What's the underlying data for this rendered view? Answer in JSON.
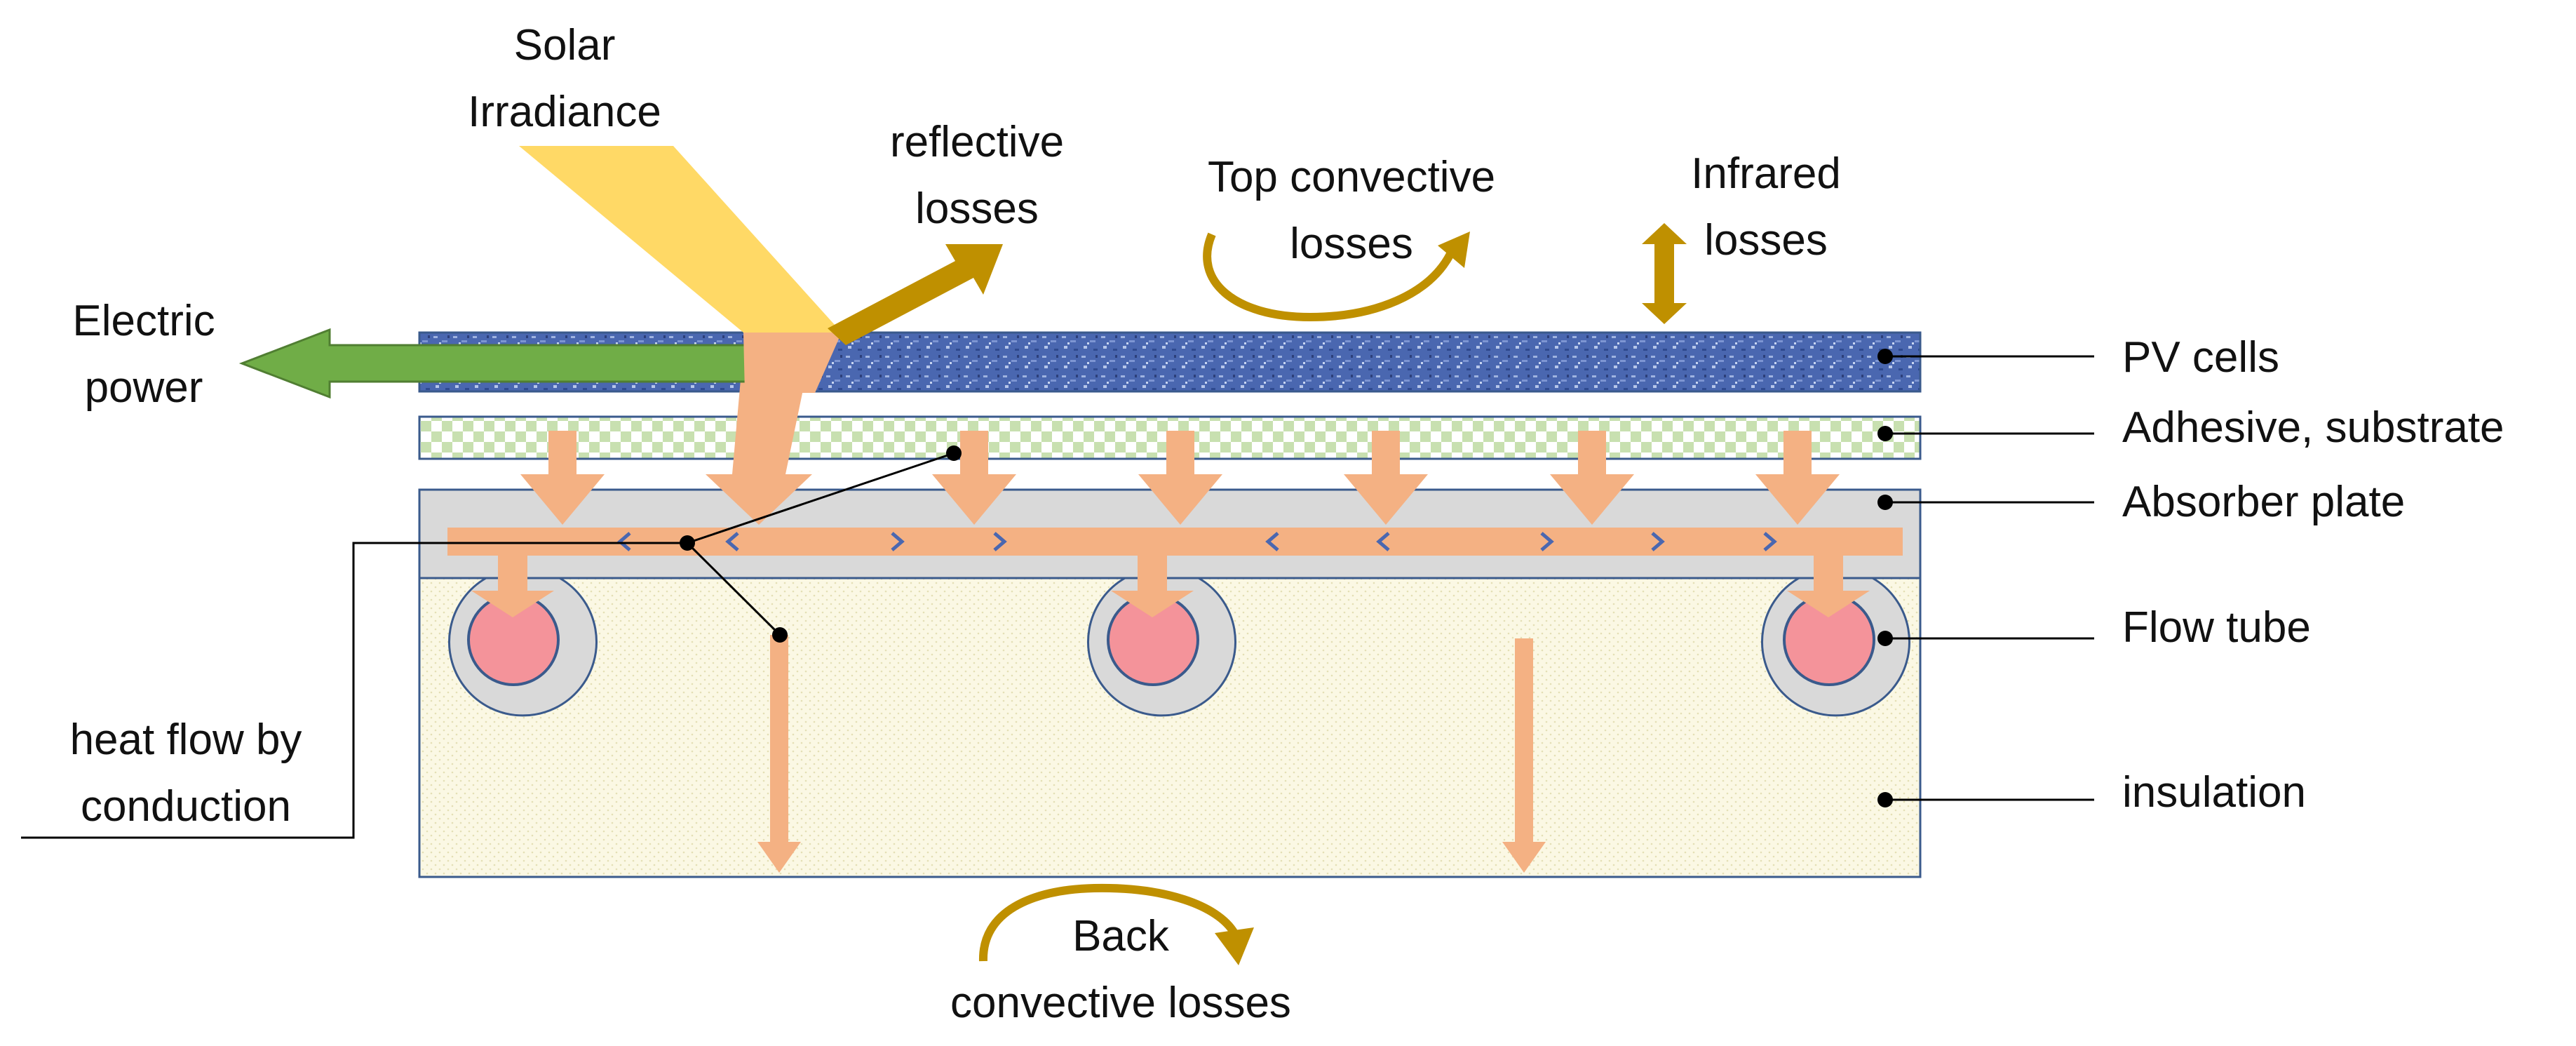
{
  "labels": {
    "solar_line1": "Solar",
    "solar_line2": "Irradiance",
    "reflective_line1": "reflective",
    "reflective_line2": "losses",
    "topconv_line1": "Top convective",
    "topconv_line2": "losses",
    "infrared_line1": "Infrared",
    "infrared_line2": "losses",
    "electric_line1": "Electric",
    "electric_line2": "power",
    "pv_cells": "PV cells",
    "adhesive": "Adhesive, substrate",
    "absorber": "Absorber plate",
    "flow_tube": "Flow tube",
    "insulation": "insulation",
    "heatflow_line1": "heat flow by",
    "heatflow_line2": "conduction",
    "back_line1": "Back",
    "back_line2": "convective losses"
  },
  "colors": {
    "pv_blue": "#4a67b0",
    "layer_border": "#3a5a8c",
    "adhesive_green": "#c8e0b0",
    "absorber_gray": "#d9d9d9",
    "insulation_fill": "#fbf8e4",
    "heat_orange": "#f4b183",
    "tube_pink": "#f4939a",
    "solar_yellow": "#ffd966",
    "loss_gold": "#bf9000",
    "electric_green": "#70ad47"
  },
  "icons": [
    "solar-beam",
    "reflective-arrow",
    "curved-arrow",
    "double-arrow",
    "electric-arrow",
    "heat-arrow",
    "flow-tube"
  ]
}
